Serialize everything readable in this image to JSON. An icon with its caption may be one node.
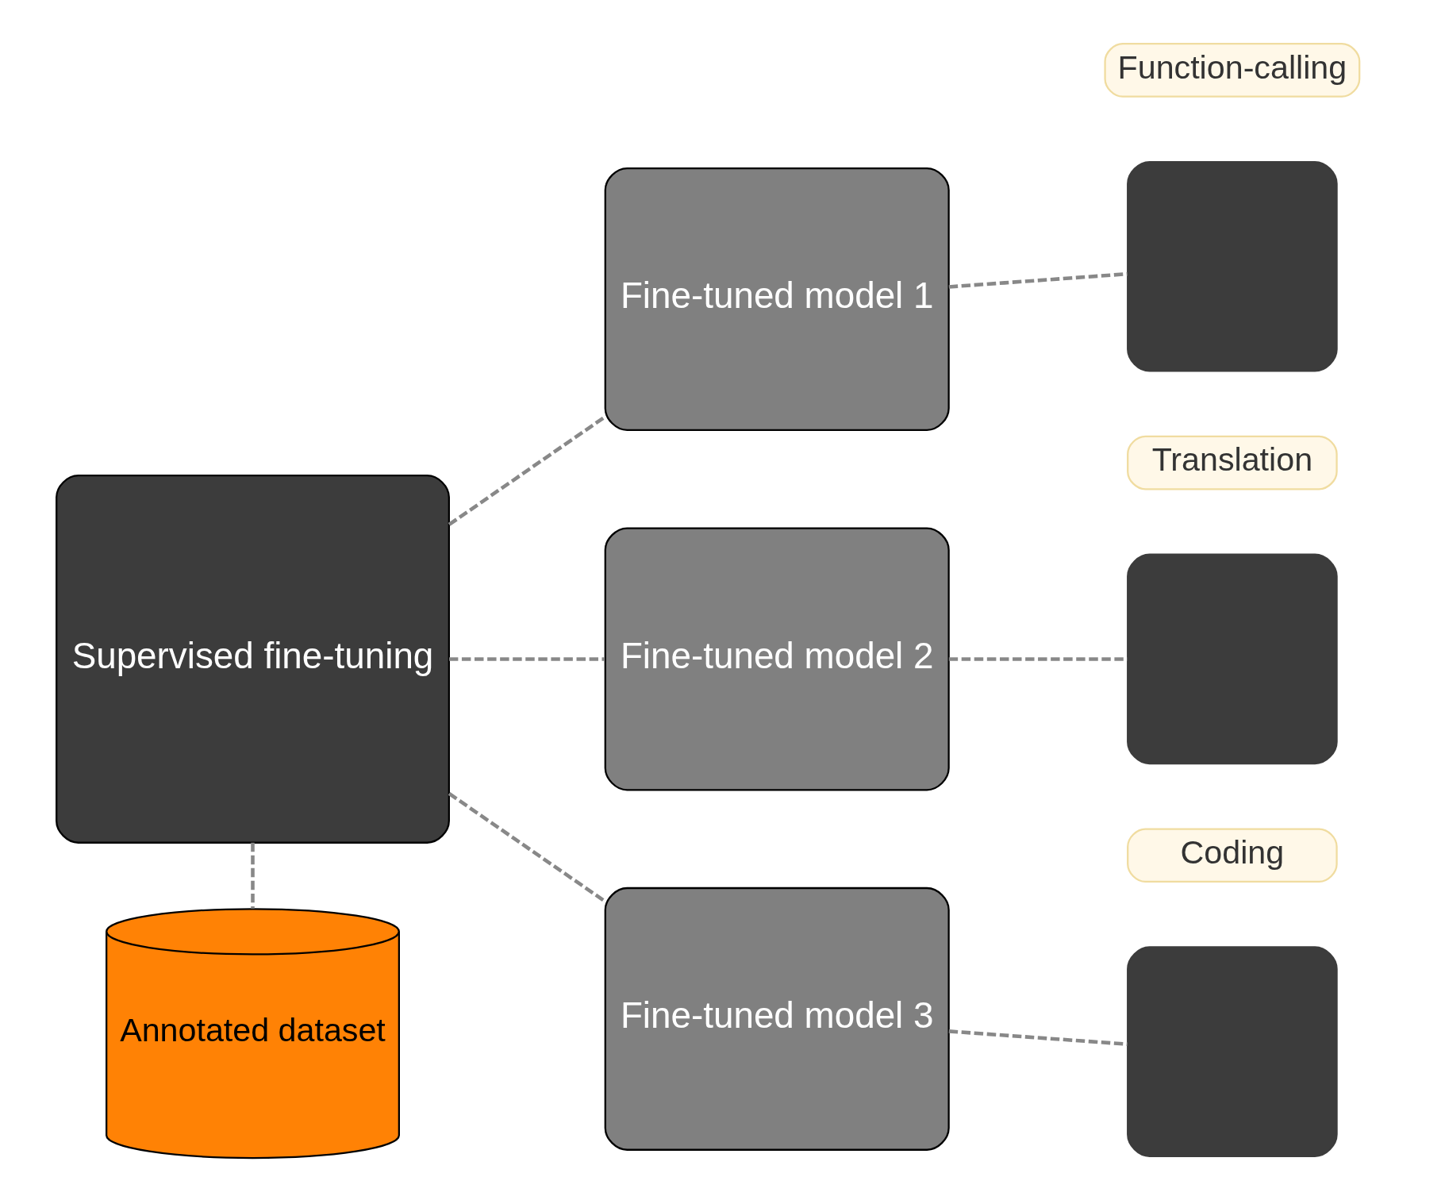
{
  "diagram": {
    "nodes": [
      {
        "text": [
          "Supervised fine-tuning"
        ]
      },
      {
        "text": [
          "Annotated dataset"
        ]
      },
      {
        "text": [
          "Fine-tuned model 1"
        ]
      },
      {
        "text": [
          "Function-calling"
        ]
      },
      {
        "text": [],
        "shape": "box"
      },
      {
        "text": [
          "Fine-tuned model 2"
        ]
      },
      {
        "text": [
          "Translation"
        ]
      },
      {
        "text": [],
        "shape": "box"
      },
      {
        "text": [
          "Fine-tuned model 3"
        ]
      },
      {
        "text": [
          "Coding"
        ]
      },
      {
        "text": [],
        "shape": "box"
      }
    ],
    "edges": [
      {
        "from": 0,
        "to": 2,
        "arrow": "none",
        "style": "dashed"
      },
      {
        "from": 0,
        "to": 5,
        "arrow": "none",
        "style": "dashed"
      },
      {
        "from": 0,
        "to": 8,
        "arrow": "none",
        "style": "dashed"
      },
      {
        "from": 0,
        "to": 1,
        "arrow": "none",
        "style": "dashed"
      },
      {
        "from": 2,
        "to": 4,
        "arrow": "none",
        "style": "dashed"
      },
      {
        "from": 5,
        "to": 7,
        "arrow": "none",
        "style": "dashed"
      },
      {
        "from": 8,
        "to": 10,
        "arrow": "none",
        "style": "dashed"
      }
    ]
  }
}
